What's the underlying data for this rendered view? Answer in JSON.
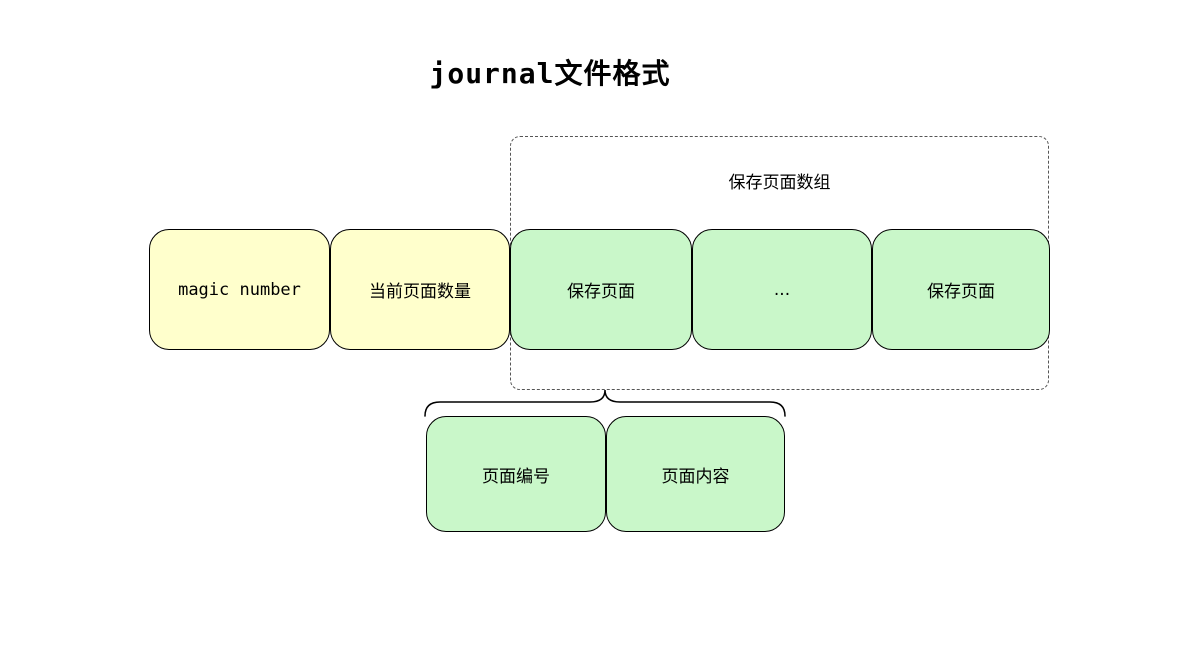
{
  "title": "journal文件格式",
  "group": {
    "label": "保存页面数组"
  },
  "row_boxes": [
    {
      "label": "magic number",
      "color": "#FFFFCC"
    },
    {
      "label": "当前页面数量",
      "color": "#FFFFCC"
    },
    {
      "label": "保存页面",
      "color": "#C9F7C9"
    },
    {
      "label": "...",
      "color": "#C9F7C9"
    },
    {
      "label": "保存页面",
      "color": "#C9F7C9"
    }
  ],
  "detail_boxes": [
    {
      "label": "页面编号",
      "color": "#C9F7C9"
    },
    {
      "label": "页面内容",
      "color": "#C9F7C9"
    }
  ],
  "colors": {
    "yellow_fill": "#FFFFCC",
    "green_fill": "#C9F7C9",
    "border": "#000000",
    "dashed_border": "#555555",
    "background": "#FFFFFF"
  }
}
